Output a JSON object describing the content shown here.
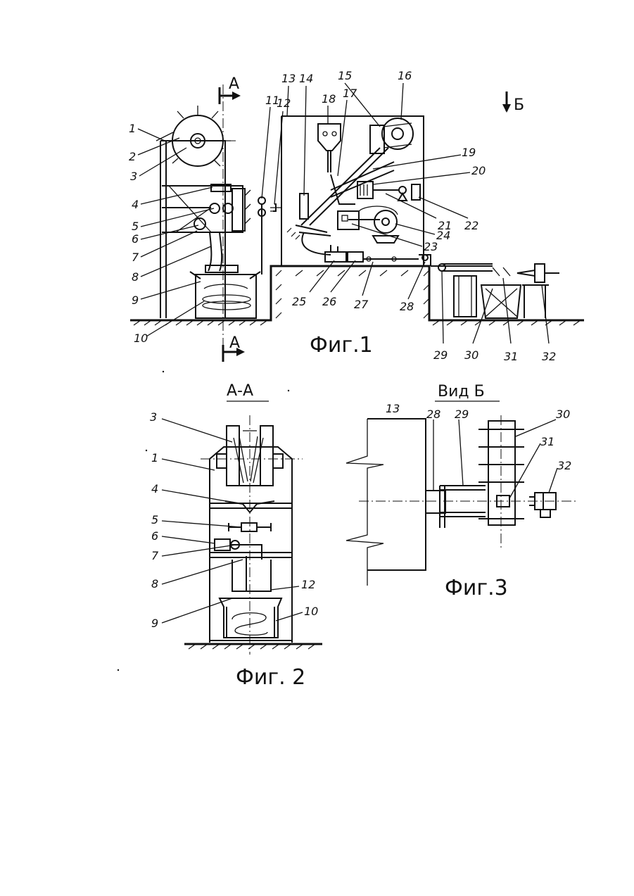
{
  "fig1": {
    "caption": "Фиг.1",
    "section_letter_top": "А",
    "section_letter_bottom": "А",
    "view_arrow_label": "Б",
    "labels": [
      "1",
      "2",
      "3",
      "4",
      "5",
      "6",
      "7",
      "8",
      "9",
      "10",
      "11",
      "12",
      "13",
      "14",
      "15",
      "16",
      "17",
      "18",
      "19",
      "20",
      "21",
      "22",
      "23",
      "24",
      "25",
      "26",
      "27",
      "28",
      "29",
      "30",
      "31",
      "32"
    ]
  },
  "fig2": {
    "caption": "Фиг. 2",
    "section_title": "А-А",
    "labels": [
      "3",
      "1",
      "4",
      "5",
      "6",
      "7",
      "8",
      "9",
      "12",
      "10"
    ]
  },
  "fig3": {
    "caption": "Фиг.3",
    "view_title": "Вид Б",
    "labels": [
      "13",
      "28",
      "29",
      "30",
      "31",
      "32"
    ]
  }
}
